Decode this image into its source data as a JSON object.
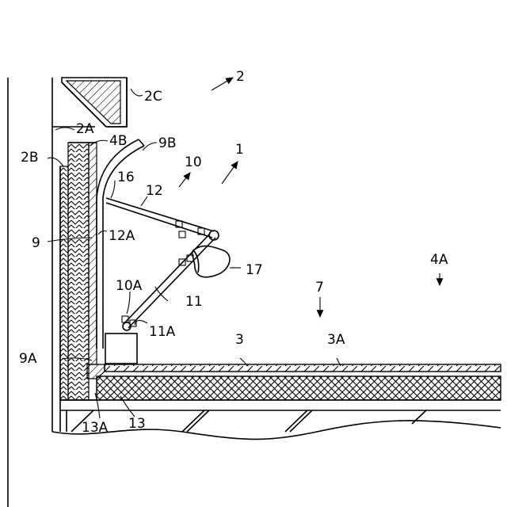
{
  "labels": {
    "l2": "2",
    "l2C": "2C",
    "l2A": "2A",
    "l4B": "4B",
    "l9B": "9B",
    "l2B": "2B",
    "l1": "1",
    "l10": "10",
    "l16": "16",
    "l12": "12",
    "l12A": "12A",
    "l9": "9",
    "l17": "17",
    "l4A": "4A",
    "l7": "7",
    "l10A": "10A",
    "l11": "11",
    "l11A": "11A",
    "l9A": "9A",
    "l3": "3",
    "l3A": "3A",
    "l13A": "13A",
    "l13": "13"
  }
}
